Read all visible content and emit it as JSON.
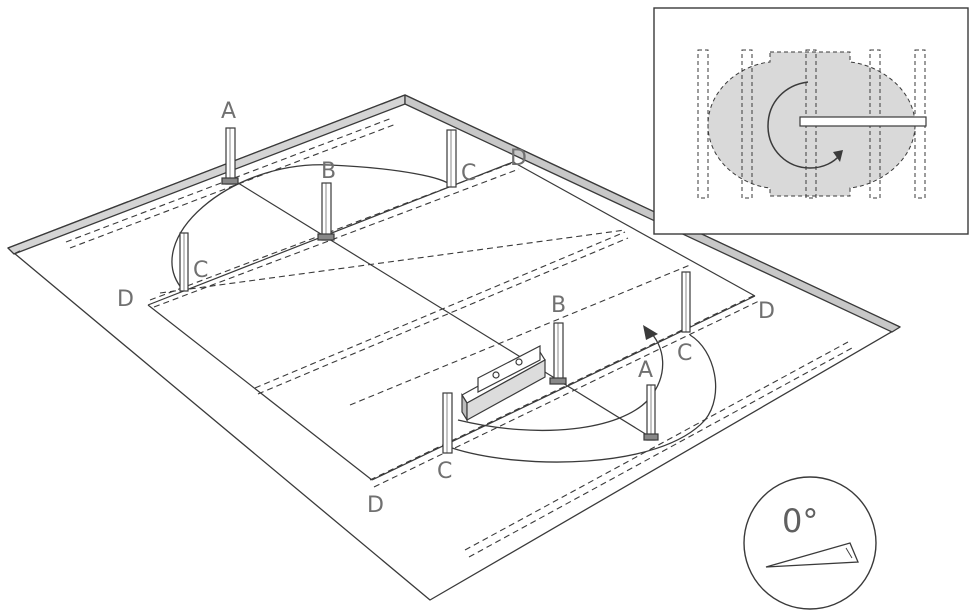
{
  "figure": {
    "point_labels": {
      "a_top": "A",
      "a_bottom": "A",
      "b_top": "B",
      "b_bottom": "B",
      "c_top_right": "C",
      "c_left": "C",
      "c_right": "C",
      "c_bottom": "C",
      "d_top": "D",
      "d_left": "D",
      "d_right": "D",
      "d_bottom": "D"
    },
    "angle_badge": {
      "label": "0°",
      "angle_deg": 0
    },
    "colors": {
      "line": "#3a3a3a",
      "label": "#707070",
      "inset_fill": "#d9d9d9"
    }
  }
}
